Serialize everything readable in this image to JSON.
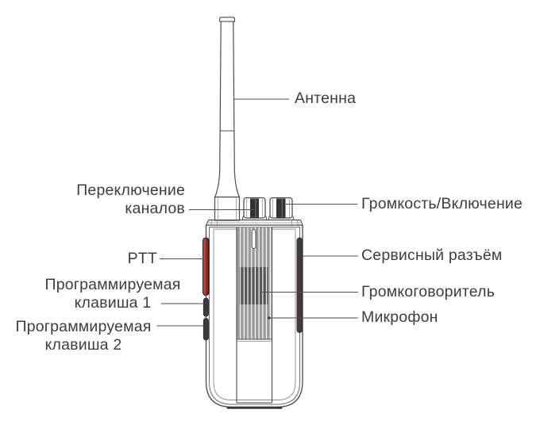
{
  "figure": {
    "kind": "device-parts-diagram",
    "device": "portable-two-way-radio-front-view",
    "labels": {
      "antenna": "Антенна",
      "channel_selector": "Переключение\nканалов",
      "volume_power": "Громкость/Включение",
      "ptt": "PTT",
      "prog_key1": "Программируемая\nклавиша 1",
      "prog_key2": "Программируемая\nклавиша 2",
      "service_jack": "Сервисный разъём",
      "speaker": "Громкоговоритель",
      "microphone": "Микрофон"
    },
    "colors": {
      "text": "#3d3d3d",
      "outline": "#4a4a4a",
      "leader_line": "#4d4d4d",
      "ptt_red": "#a93229",
      "grille_gray": "#9b9b9b",
      "grille_dark": "#585858",
      "button_dark": "#3c3c3c",
      "service_cover": "#4a3a34",
      "background": "#ffffff"
    }
  }
}
